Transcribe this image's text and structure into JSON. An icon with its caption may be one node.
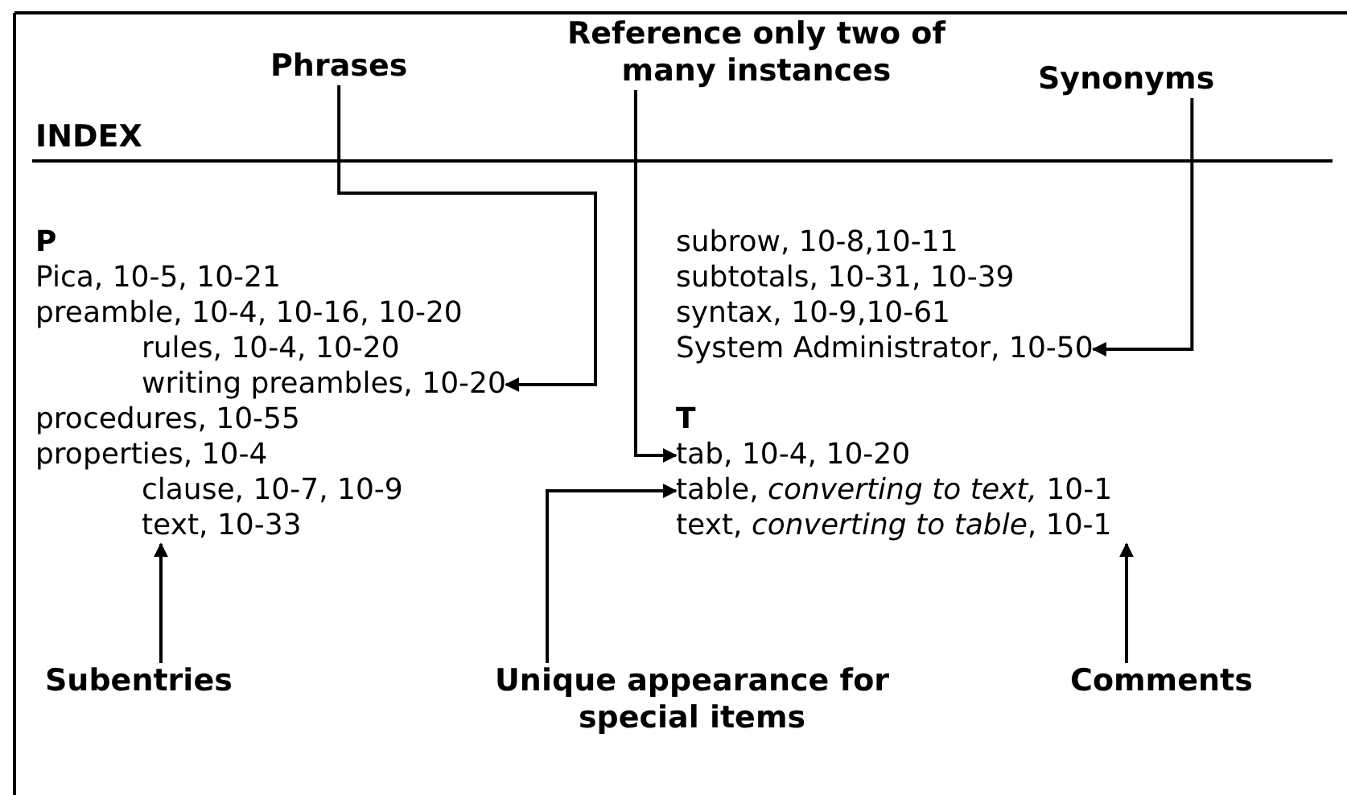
{
  "diagram": {
    "title": "INDEX",
    "nodes": [
      {
        "text": [
          "Phrases"
        ]
      },
      {
        "text": [
          "Reference only two of many instances"
        ]
      },
      {
        "text": [
          "Synonyms"
        ]
      },
      {
        "text": [
          "writing preambles, 10-20"
        ]
      },
      {
        "text": [
          "System Administrator, 10-50"
        ]
      },
      {
        "text": [
          "tab, 10-4, 10-20"
        ]
      },
      {
        "text": [
          "text, 10-33"
        ]
      },
      {
        "text": [
          "table, *converting to text,* 10-1"
        ]
      },
      {
        "text": [
          "text, *converting to table*, 10-1"
        ]
      },
      {
        "text": [
          "Subentries"
        ]
      },
      {
        "text": [
          "Unique appearance for special items"
        ]
      },
      {
        "text": [
          "Comments"
        ]
      }
    ],
    "edges": [
      {
        "from": 0,
        "to": 3,
        "arrow": "to"
      },
      {
        "from": 1,
        "to": 5,
        "arrow": "to"
      },
      {
        "from": 2,
        "to": 4,
        "arrow": "to"
      },
      {
        "from": 9,
        "to": 6,
        "arrow": "to"
      },
      {
        "from": 10,
        "to": 7,
        "arrow": "to"
      },
      {
        "from": 11,
        "to": 8,
        "arrow": "to"
      }
    ],
    "labels": [
      "P",
      "Pica, 10-5, 10-21",
      "preamble, 10-4, 10-16, 10-20",
      "rules, 10-4, 10-20",
      "procedures, 10-55",
      "properties, 10-4",
      "clause, 10-7, 10-9",
      "subrow, 10-8,10-11",
      "subtotals, 10-31, 10-39",
      "syntax, 10-9,10-61",
      "T"
    ]
  }
}
